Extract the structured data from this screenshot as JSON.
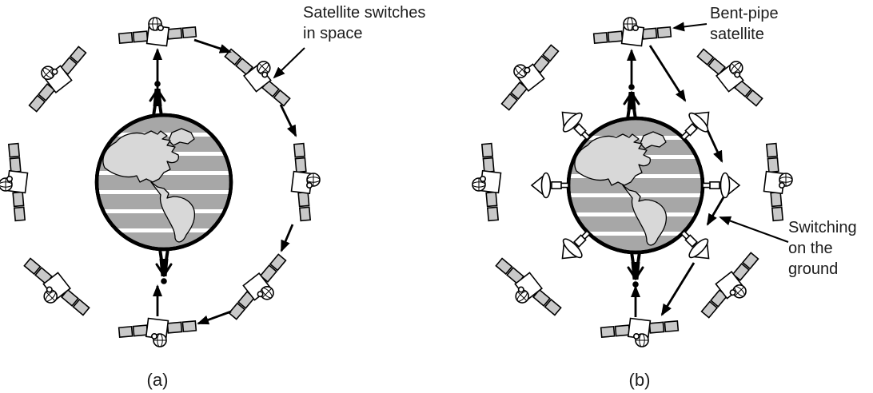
{
  "figure": {
    "captions": {
      "a": "(a)",
      "b": "(b)"
    },
    "annotations": {
      "satellite_switches": "Satellite switches\nin space",
      "bent_pipe": "Bent-pipe\nsatellite",
      "switching_ground": "Switching\non the\nground"
    },
    "colors": {
      "background": "#ffffff",
      "line": "#000000",
      "solar_panel": "#c9c9c9",
      "earth_ocean": "#a7a7a7",
      "earth_land": "#d8d8d8",
      "earth_stripe": "#ffffff",
      "text": "#1c1c1c"
    },
    "icons": {
      "satellite": "satellite-icon",
      "ground_station": "dish-antenna-icon",
      "earth": "earth-globe-icon",
      "person": "person-icon",
      "relay": "arrow-icon"
    },
    "panel_a": {
      "satellites": 8,
      "ground_users": 2
    },
    "panel_b": {
      "satellites": 8,
      "ground_users": 2,
      "ground_dishes": 6
    }
  }
}
